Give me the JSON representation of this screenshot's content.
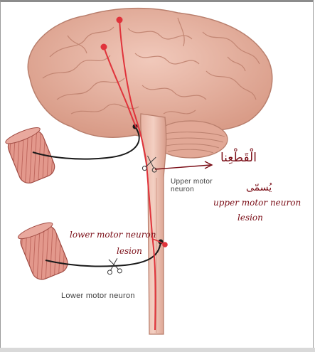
{
  "labels": {
    "upper_motor_neuron": "Upper motor neuron",
    "lower_motor_neuron": "Lower motor neuron"
  },
  "annotations": {
    "arabic_cut": "الْقَطْعِنا",
    "arabic_called": "يُسمّى",
    "upper_lesion_line1": "upper motor neuron",
    "upper_lesion_line2": "lesion",
    "lower_lesion_line1": "lower motor neuron",
    "lower_lesion_line2": "lesion"
  },
  "colors": {
    "brain": "#e8b4a4",
    "brain_shadow": "#c98e7c",
    "muscle": "#d9897e",
    "pathway": "#e0333b",
    "handwriting": "#7a0d16"
  },
  "icons": {
    "scissors_upper": "scissors-icon",
    "scissors_lower": "scissors-icon"
  }
}
